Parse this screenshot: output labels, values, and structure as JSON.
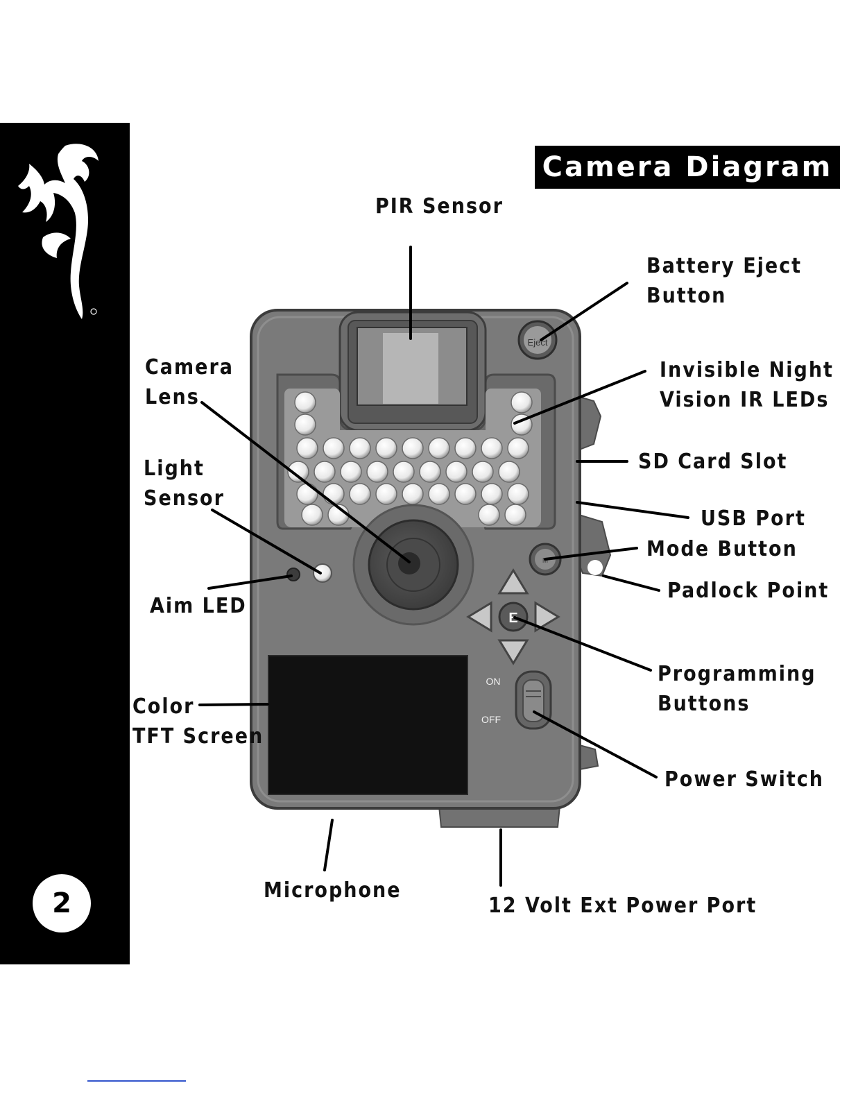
{
  "page": {
    "title": "Camera Diagram",
    "page_number": "2",
    "brand_logo": "buckmark-logo"
  },
  "camera": {
    "eject_button_text": "Eject",
    "power_on_text": "ON",
    "power_off_text": "OFF",
    "program_center_text": "E",
    "mode_button_text": "M"
  },
  "labels": {
    "pir_sensor": "PIR Sensor",
    "battery_eject_1": "Battery Eject",
    "battery_eject_2": "Button",
    "camera_lens_1": "Camera",
    "camera_lens_2": "Lens",
    "ir_leds_1": "Invisible Night",
    "ir_leds_2": "Vision IR LEDs",
    "sd_card_slot": "SD Card Slot",
    "light_sensor_1": "Light",
    "light_sensor_2": "Sensor",
    "usb_port": "USB Port",
    "mode_button": "Mode Button",
    "padlock_point": "Padlock Point",
    "aim_led": "Aim LED",
    "programming_1": "Programming",
    "programming_2": "Buttons",
    "tft_screen_1": "Color",
    "tft_screen_2": "TFT Screen",
    "power_switch": "Power Switch",
    "microphone": "Microphone",
    "ext_power_port": "12 Volt Ext Power Port"
  }
}
